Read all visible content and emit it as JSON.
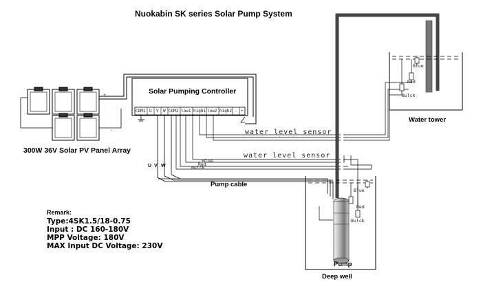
{
  "title": "Nuokabin SK series Solar Pump System",
  "controller": {
    "label": "Solar Pumping Controller",
    "terminals": [
      "COM1",
      "U",
      "V",
      "W",
      "COM2",
      "low1",
      "high1",
      "low2",
      "high2",
      "-",
      "+"
    ]
  },
  "panel_array": {
    "label": "300W 36V Solar PV Panel Array",
    "polarity_minus": "-",
    "polarity_plus": "+"
  },
  "pump_leads": {
    "u": "U",
    "v": "V",
    "w": "W"
  },
  "pump_cable_label": "Pump cable",
  "sensors": {
    "label1": "water level sensor",
    "label2": "water level sensor"
  },
  "wire_colors": {
    "blue": "Blue",
    "red": "Red",
    "black": "Bulck"
  },
  "water_tower": {
    "label": "Water tower"
  },
  "deep_well": {
    "label": "Deep well",
    "pump_label": "Pump"
  },
  "remark": {
    "title": "Remark:",
    "lines": [
      "Type:4SK1.5/18-0.75",
      "Input : DC 160-180V",
      "MPP Voltage: 180V",
      "MAX Input DC Voltage: 230V"
    ]
  }
}
